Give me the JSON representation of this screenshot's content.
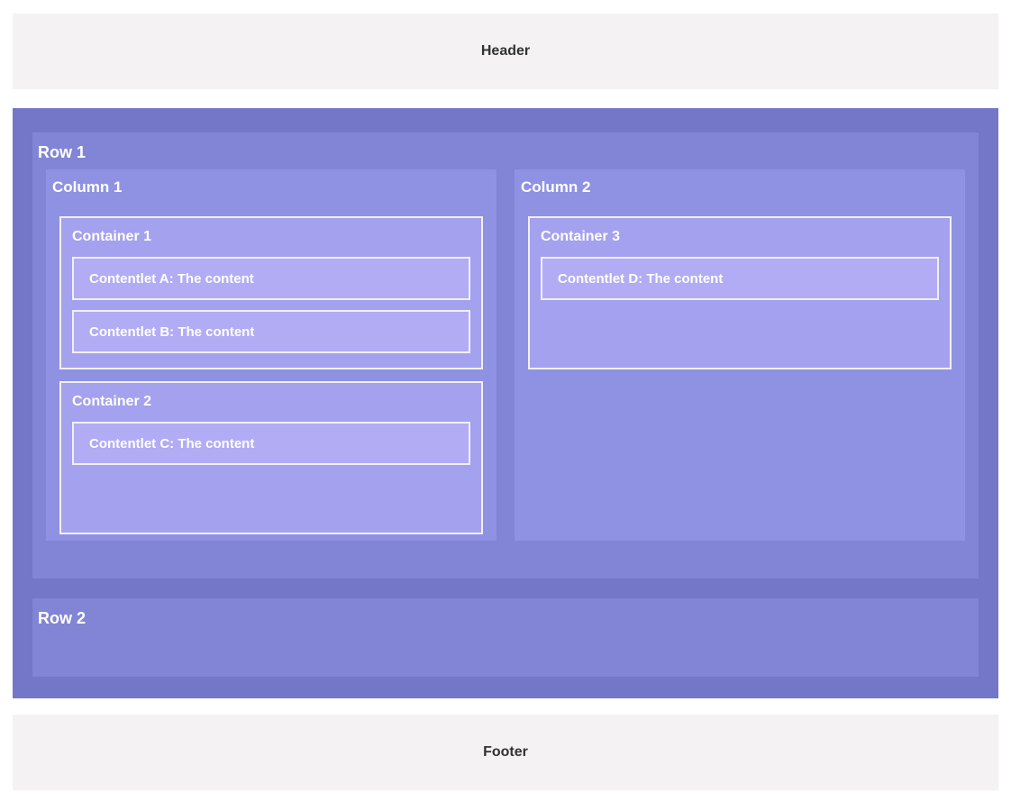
{
  "header": {
    "label": "Header"
  },
  "footer": {
    "label": "Footer"
  },
  "layout": {
    "rows": [
      {
        "label": "Row 1",
        "columns": [
          {
            "label": "Column 1",
            "containers": [
              {
                "label": "Container 1",
                "contentlets": [
                  "Contentlet A: The content",
                  "Contentlet B: The content"
                ]
              },
              {
                "label": "Container 2",
                "contentlets": [
                  "Contentlet C: The content"
                ]
              }
            ]
          },
          {
            "label": "Column 2",
            "containers": [
              {
                "label": "Container 3",
                "contentlets": [
                  "Contentlet D: The content"
                ]
              }
            ]
          }
        ]
      },
      {
        "label": "Row 2",
        "columns": []
      }
    ]
  },
  "colors": {
    "wrapper": "#7477c8",
    "row": "#8285d5",
    "column": "#8f92e2",
    "container": "#a4a1ee",
    "contentlet": "#b1acf4",
    "band_bg": "#f4f2f2",
    "band_text": "#333333",
    "label_text": "#ffffff",
    "box_border": "#f1effa",
    "page_bg": "#ffffff"
  }
}
